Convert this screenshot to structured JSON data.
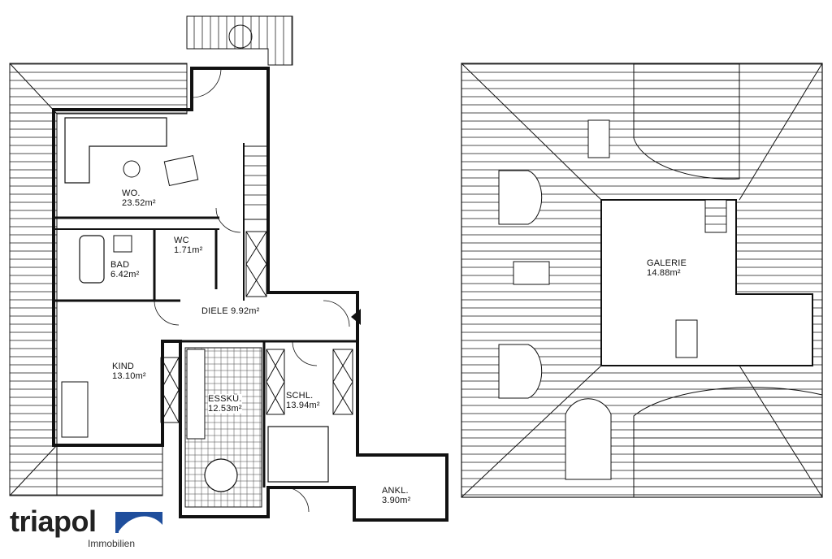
{
  "ground_floor": {
    "rooms": [
      {
        "name": "WO.",
        "area": "23.52m²"
      },
      {
        "name": "WC",
        "area": "1.71m²"
      },
      {
        "name": "BAD",
        "area": "6.42m²"
      },
      {
        "name": "DIELE",
        "area": "9.92m²"
      },
      {
        "name": "KIND",
        "area": "13.10m²"
      },
      {
        "name": "ESSKÜ.",
        "area": "12.53m²"
      },
      {
        "name": "SCHL.",
        "area": "13.94m²"
      },
      {
        "name": "ANKL.",
        "area": "3.90m²"
      }
    ]
  },
  "upper_floor": {
    "rooms": [
      {
        "name": "GALERIE",
        "area": "14.88m²"
      }
    ]
  },
  "brand": {
    "name": "triapol",
    "subtitle": "Immobilien",
    "color": "#1f4e9c"
  }
}
